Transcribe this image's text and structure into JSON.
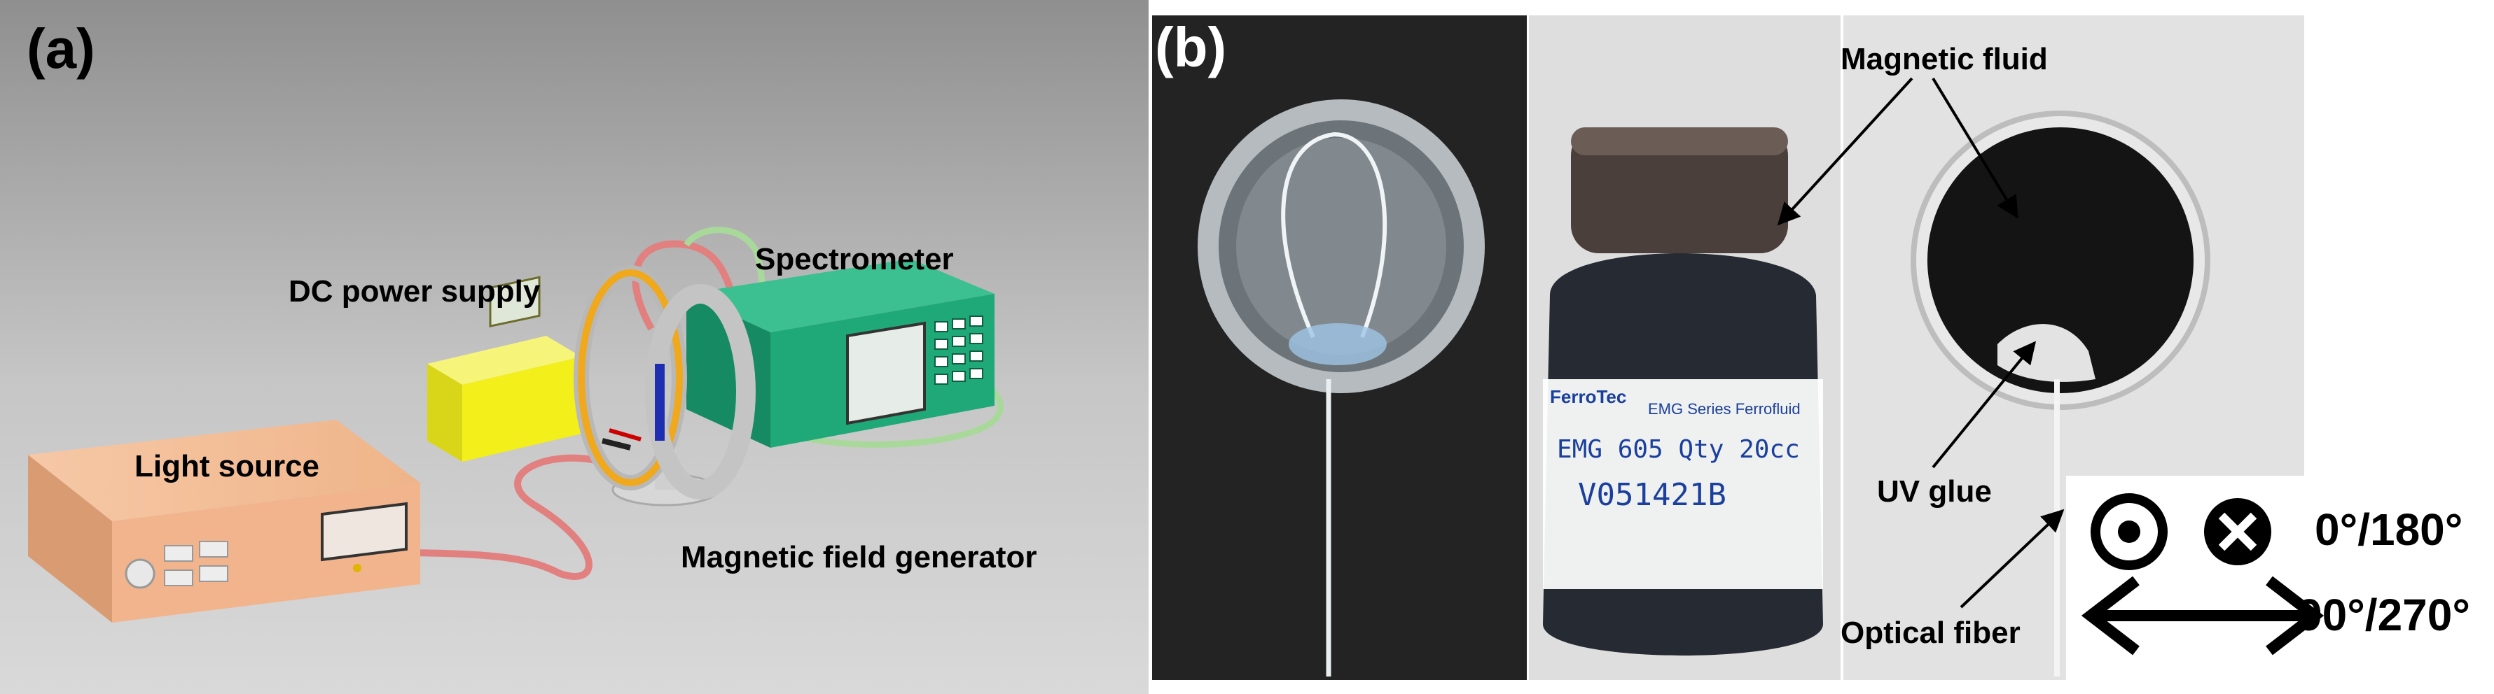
{
  "panel_a": {
    "label": "(a)",
    "components": {
      "light_source": "Light source",
      "dc_power_supply": "DC power supply",
      "spectrometer": "Spectrometer",
      "magnetic_field_generator": "Magnetic field generator"
    }
  },
  "panel_b": {
    "label": "(b)",
    "bottle": {
      "brand": "FerroTec",
      "series": "EMG Series Ferrofluid",
      "model_line": "EMG 605  Qty 20cc",
      "lot": "V051421B"
    },
    "annotations": {
      "magnetic_fluid": "Magnetic fluid",
      "uv_glue": "UV glue",
      "optical_fiber": "Optical fiber"
    },
    "legend": {
      "angle_perpendicular": "0°/180°",
      "angle_parallel": "90°/270°"
    }
  },
  "colors": {
    "light_source": "#f2b48c",
    "power_supply": "#f2ef1a",
    "spectrometer": "#1fa878",
    "coil": "#f0a81c",
    "fiber": "#e27f7f"
  }
}
